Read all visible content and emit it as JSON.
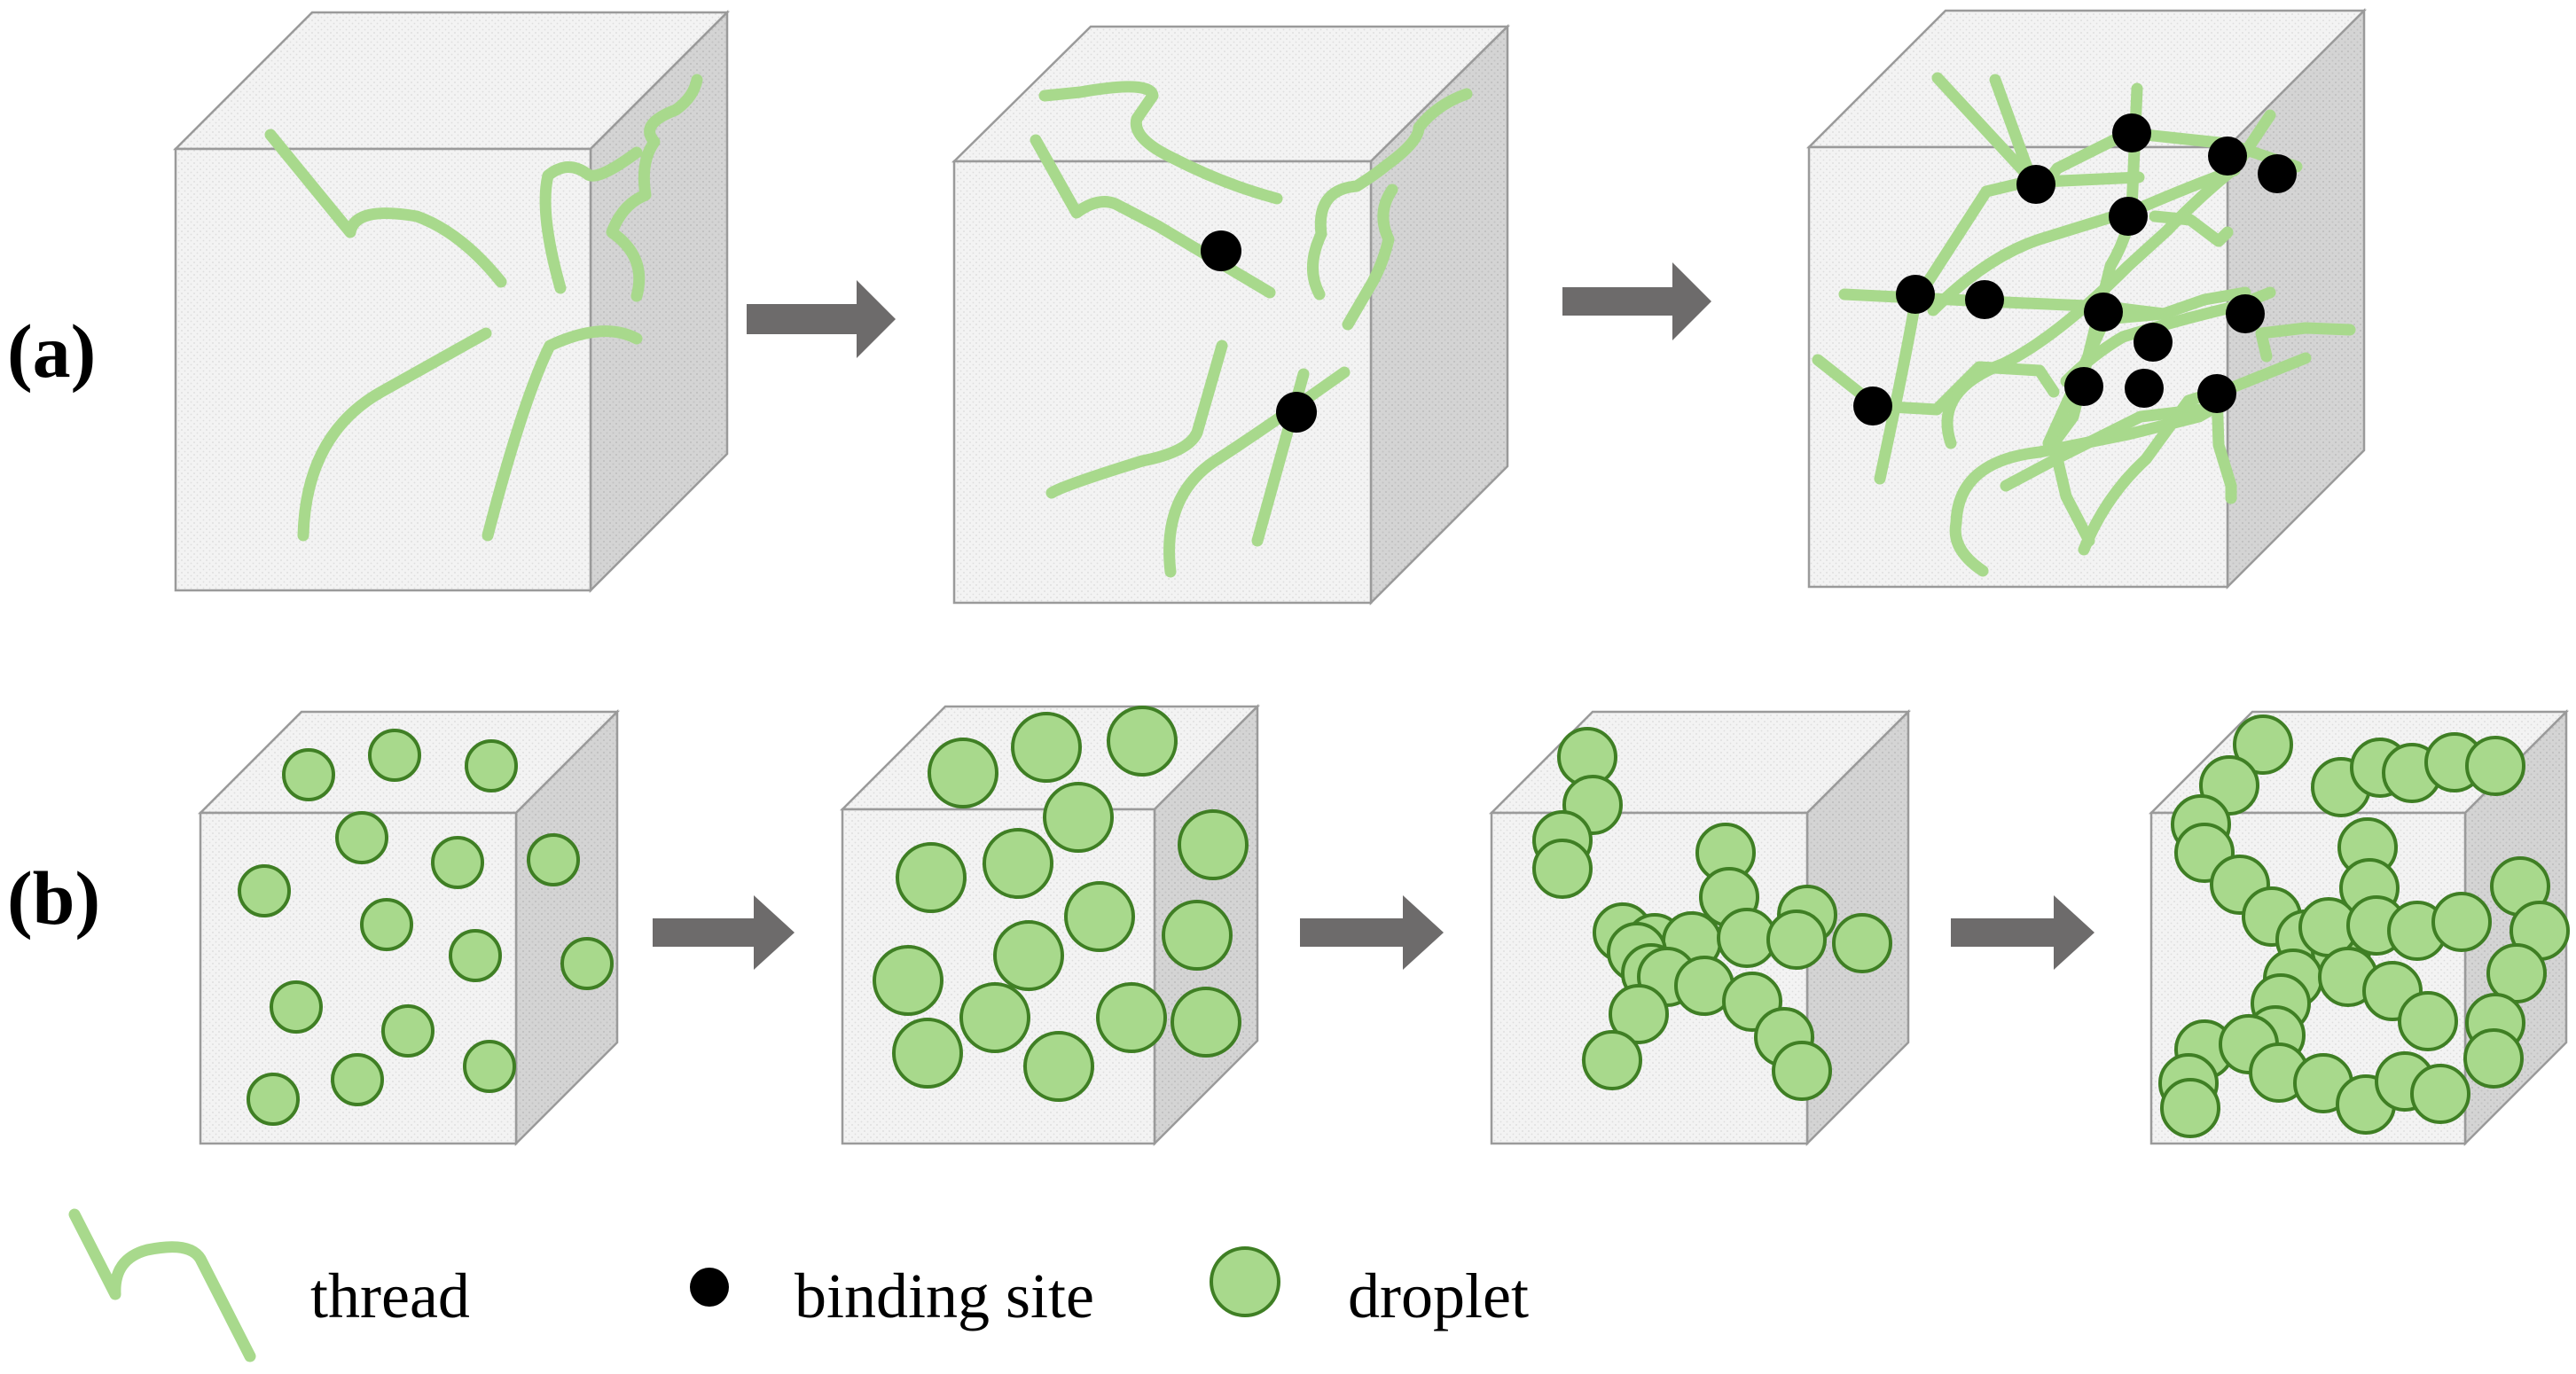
{
  "rows": {
    "a": {
      "label": "(a)"
    },
    "b": {
      "label": "(b)"
    }
  },
  "legend": {
    "thread": "thread",
    "binding_site": "binding site",
    "droplet": "droplet"
  },
  "colors": {
    "thread": "#a8d98c",
    "droplet_fill": "#a8d98c",
    "droplet_stroke": "#3f7f24",
    "binding_site": "#000000",
    "cube_front": "#f1f1f1",
    "cube_top": "#f5f5f5",
    "cube_side": "#d2d2d2",
    "arrow": "#6d6b6b"
  }
}
